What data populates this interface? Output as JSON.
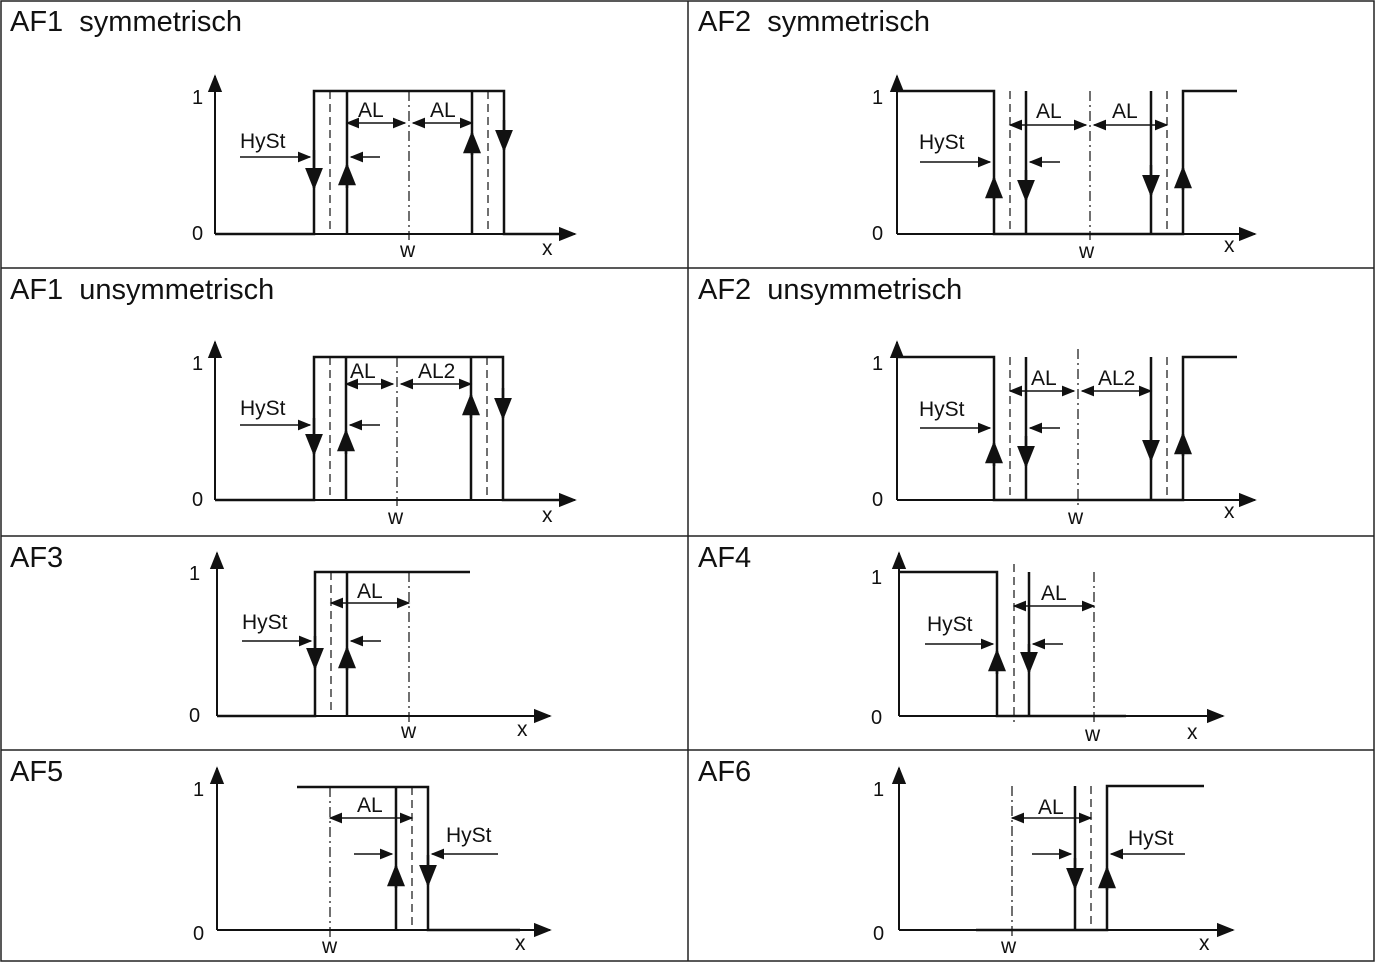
{
  "panels": [
    {
      "id": "af1-sym",
      "title": "AF1  symmetrisch",
      "y1": "1",
      "y0": "0",
      "w": "w",
      "x": "x",
      "hyst": "HySt",
      "al": "AL",
      "al2": "AL"
    },
    {
      "id": "af2-sym",
      "title": "AF2  symmetrisch",
      "y1": "1",
      "y0": "0",
      "w": "w",
      "x": "x",
      "hyst": "HySt",
      "al": "AL",
      "al2": "AL"
    },
    {
      "id": "af1-unsym",
      "title": "AF1  unsymmetrisch",
      "y1": "1",
      "y0": "0",
      "w": "w",
      "x": "x",
      "hyst": "HySt",
      "al": "AL",
      "al2": "AL2"
    },
    {
      "id": "af2-unsym",
      "title": "AF2  unsymmetrisch",
      "y1": "1",
      "y0": "0",
      "w": "w",
      "x": "x",
      "hyst": "HySt",
      "al": "AL",
      "al2": "AL2"
    },
    {
      "id": "af3",
      "title": "AF3",
      "y1": "1",
      "y0": "0",
      "w": "w",
      "x": "x",
      "hyst": "HySt",
      "al": "AL"
    },
    {
      "id": "af4",
      "title": "AF4",
      "y1": "1",
      "y0": "0",
      "w": "w",
      "x": "x",
      "hyst": "HySt",
      "al": "AL"
    },
    {
      "id": "af5",
      "title": "AF5",
      "y1": "1",
      "y0": "0",
      "w": "w",
      "x": "x",
      "hyst": "HySt",
      "al": "AL"
    },
    {
      "id": "af6",
      "title": "AF6",
      "y1": "1",
      "y0": "0",
      "w": "w",
      "x": "x",
      "hyst": "HySt",
      "al": "AL"
    }
  ]
}
